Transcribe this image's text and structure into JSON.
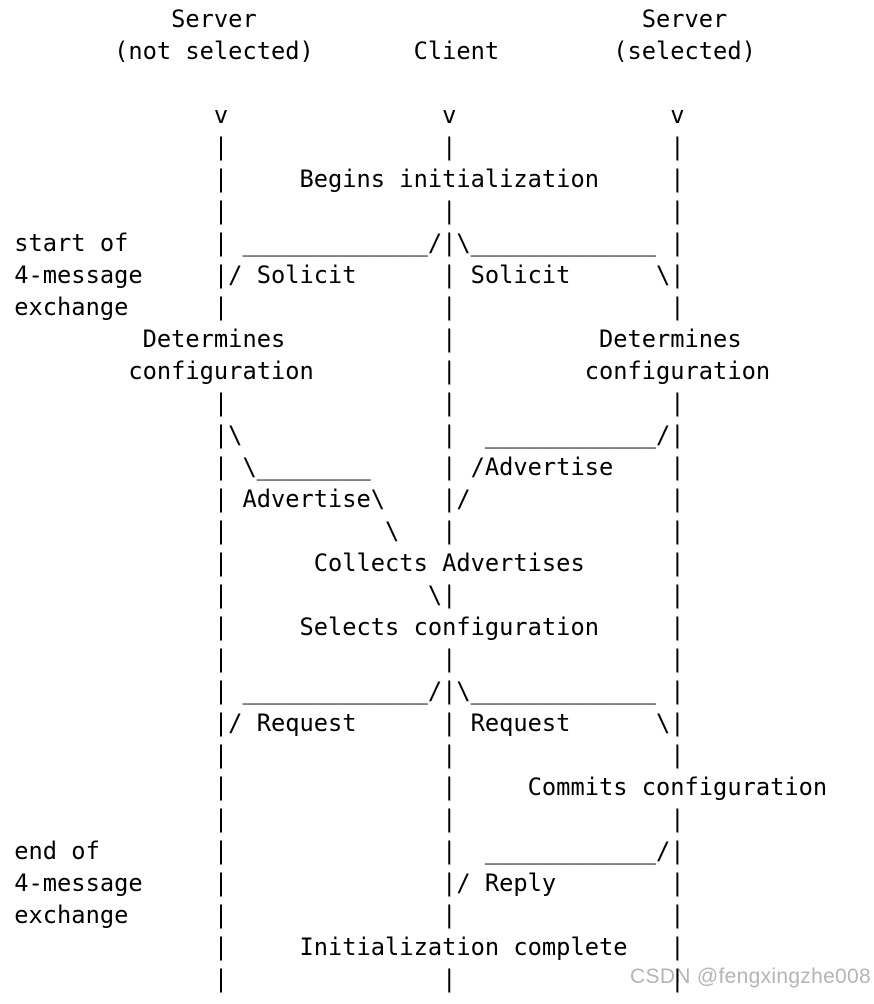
{
  "page": {
    "background_color": "#ffffff",
    "text_color": "#000000"
  },
  "diagram": {
    "description": "DHCPv6 four-message exchange sequence diagram (ASCII art)",
    "actors": [
      {
        "name": "Server",
        "qualifier": "(not selected)"
      },
      {
        "name": "Client",
        "qualifier": ""
      },
      {
        "name": "Server",
        "qualifier": "(selected)"
      }
    ],
    "phase_labels": [
      "start of 4-message exchange",
      "end of 4-message exchange"
    ],
    "messages": [
      "Solicit",
      "Advertise",
      "Request",
      "Reply"
    ],
    "events": [
      "Begins initialization",
      "Determines configuration",
      "Collects Advertises",
      "Selects configuration",
      "Commits configuration",
      "Initialization complete"
    ],
    "rows": [
      "            Server                           Server",
      "        (not selected)       Client        (selected)",
      "",
      "               v               v               v",
      "               |               |               |",
      "               |     Begins initialization     |",
      "               |               |               |",
      " start of      | _____________/|\\_____________ |",
      " 4-message     |/ Solicit      | Solicit      \\|",
      " exchange      |               |               |",
      "          Determines           |          Determines",
      "         configuration         |         configuration",
      "               |               |               |",
      "               |\\              |  ____________/|",
      "               | \\________     | /Advertise    |",
      "               | Advertise\\    |/              |",
      "               |           \\   |               |",
      "               |      Collects Advertises      |",
      "               |              \\|               |",
      "               |     Selects configuration     |",
      "               |               |               |",
      "               | _____________/|\\_____________ |",
      "               |/ Request      | Request      \\|",
      "               |               |               |",
      "               |               |     Commits configuration",
      "               |               |               |",
      " end of        |               |  ____________/|",
      " 4-message     |               |/ Reply        |",
      " exchange      |               |               |",
      "               |     Initialization complete   |",
      "               |               |               |"
    ]
  },
  "watermark": {
    "text": "CSDN @fengxingzhe008",
    "color": "#b5b5b5"
  }
}
